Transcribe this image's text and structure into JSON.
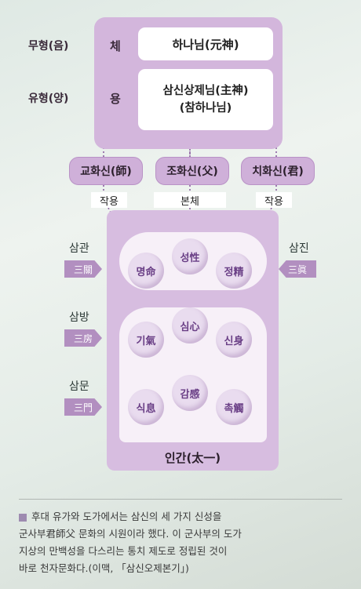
{
  "top": {
    "rows": [
      {
        "left": "무형(음)",
        "mid": "체",
        "box": "하나님(元神)"
      },
      {
        "left": "유형(양)",
        "mid": "용",
        "box_lines": [
          "삼신상제님(主神)",
          "(참하나님)"
        ]
      }
    ]
  },
  "three_gods": [
    "교화신(師)",
    "조화신(父)",
    "치화신(君)"
  ],
  "arrow_labels": [
    "작용",
    "본체",
    "작용"
  ],
  "side_labels": [
    {
      "ko": "삼관",
      "han": "三關"
    },
    {
      "ko": "삼방",
      "han": "三房"
    },
    {
      "ko": "삼문",
      "han": "三門"
    }
  ],
  "side_right": {
    "ko": "삼진",
    "han": "三眞"
  },
  "circles": [
    [
      "명命",
      "성性",
      "정精"
    ],
    [
      "기氣",
      "심心",
      "신身"
    ],
    [
      "식息",
      "감感",
      "촉觸"
    ]
  ],
  "bottom_title": "인간(太一)",
  "caption": {
    "lines": [
      "후대 유가와 도가에서는 삼신의 세 가지 신성을",
      "군사부君師父 문화의 시원이라 했다. 이 군사부의 도가",
      "지상의 만백성을 다스리는 통치 제도로 정립된 것이",
      "바로 천자문화다.(이맥, 「삼신오제본기」)"
    ]
  }
}
